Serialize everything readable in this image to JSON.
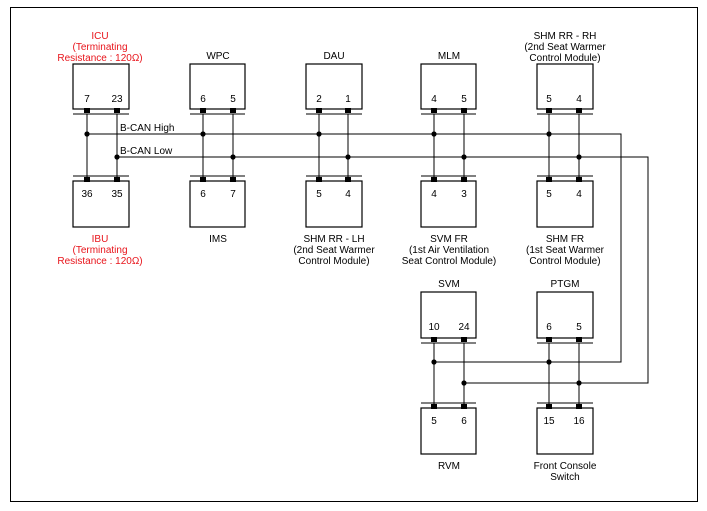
{
  "bus": {
    "high_label": "B-CAN High",
    "low_label": "B-CAN Low"
  },
  "modules": {
    "icu": {
      "lines": [
        "ICU",
        "(Terminating",
        "Resistance : 120Ω)"
      ],
      "pins": [
        "7",
        "23"
      ]
    },
    "wpc": {
      "lines": [
        "WPC"
      ],
      "pins": [
        "6",
        "5"
      ]
    },
    "dau": {
      "lines": [
        "DAU"
      ],
      "pins": [
        "2",
        "1"
      ]
    },
    "mlm": {
      "lines": [
        "MLM"
      ],
      "pins": [
        "4",
        "5"
      ]
    },
    "shm_rr_rh": {
      "lines": [
        "SHM RR - RH",
        "(2nd Seat Warmer",
        "Control Module)"
      ],
      "pins": [
        "5",
        "4"
      ]
    },
    "ibu": {
      "lines": [
        "IBU",
        "(Terminating",
        "Resistance : 120Ω)"
      ],
      "pins": [
        "36",
        "35"
      ]
    },
    "ims": {
      "lines": [
        "IMS"
      ],
      "pins": [
        "6",
        "7"
      ]
    },
    "shm_rr_lh": {
      "lines": [
        "SHM RR - LH",
        "(2nd Seat Warmer",
        "Control Module)"
      ],
      "pins": [
        "5",
        "4"
      ]
    },
    "svm_fr": {
      "lines": [
        "SVM FR",
        "(1st Air Ventilation",
        "Seat Control Module)"
      ],
      "pins": [
        "4",
        "3"
      ]
    },
    "shm_fr": {
      "lines": [
        "SHM FR",
        "(1st Seat Warmer",
        "Control Module)"
      ],
      "pins": [
        "5",
        "4"
      ]
    },
    "svm": {
      "lines": [
        "SVM"
      ],
      "pins": [
        "10",
        "24"
      ]
    },
    "ptgm": {
      "lines": [
        "PTGM"
      ],
      "pins": [
        "6",
        "5"
      ]
    },
    "rvm": {
      "lines": [
        "RVM"
      ],
      "pins": [
        "5",
        "6"
      ]
    },
    "front_console": {
      "lines": [
        "Front Console",
        "Switch"
      ],
      "pins": [
        "15",
        "16"
      ]
    }
  },
  "colors": {
    "line": "#000000",
    "terminator_label": "#e8141b",
    "border": "#000000"
  }
}
